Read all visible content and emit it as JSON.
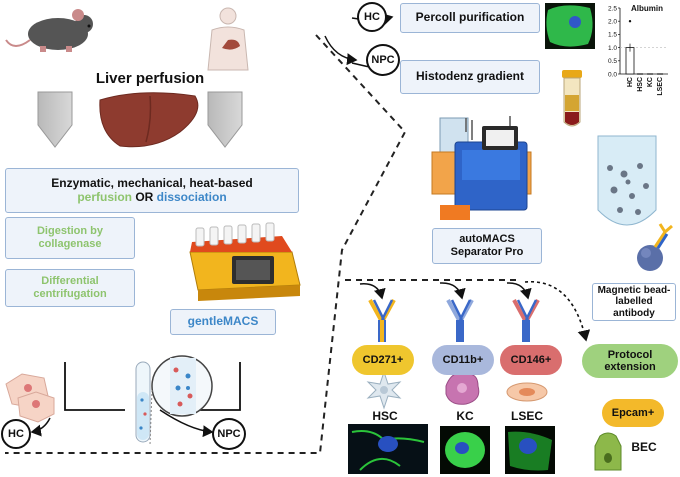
{
  "left": {
    "title": "Liver perfusion",
    "method_line1": "Enzymatic, mechanical, heat-based",
    "method_perfusion": "perfusion",
    "method_or": " OR ",
    "method_dissociation": "dissociation",
    "digestion": "Digestion by collagenase",
    "differential": "Differential centrifugation",
    "gentlemacs": "gentleMACS",
    "hc": "HC",
    "npc": "NPC"
  },
  "top_right": {
    "hc": "HC",
    "npc": "NPC",
    "percoll": "Percoll purification",
    "histodenz": "Histodenz gradient",
    "albumin_chart_title": "Albumin"
  },
  "automacs": "autoMACS Separator Pro",
  "magnetic": "Magnetic bead-labelled antibody",
  "markers": {
    "cd271": "CD271+",
    "cd11b": "CD11b+",
    "cd146": "CD146+",
    "protocol": "Protocol extension",
    "epcam": "Epcam+"
  },
  "cells": {
    "hsc": "HSC",
    "kc": "KC",
    "lsec": "LSEC",
    "bec": "BEC"
  },
  "colors": {
    "perfusion_green": "#8ec46e",
    "dissociation_blue": "#3d87c8",
    "cd271_yellow": "#efc62e",
    "cd11b_blue": "#a9b8dc",
    "cd146_red": "#d96e6e",
    "protocol_green": "#9fd17e",
    "epcam_orange": "#f3b92a"
  },
  "chart_data": {
    "type": "bar",
    "title": "Albumin",
    "categories": [
      "HC",
      "HSC",
      "KC",
      "LSEC"
    ],
    "values": [
      1.0,
      0.0,
      0.0,
      0.0
    ],
    "yticks": [
      0.0,
      0.5,
      1.0,
      1.5,
      2.0,
      2.5
    ],
    "ylim": [
      0,
      2.5
    ],
    "outlier": 2.0
  }
}
